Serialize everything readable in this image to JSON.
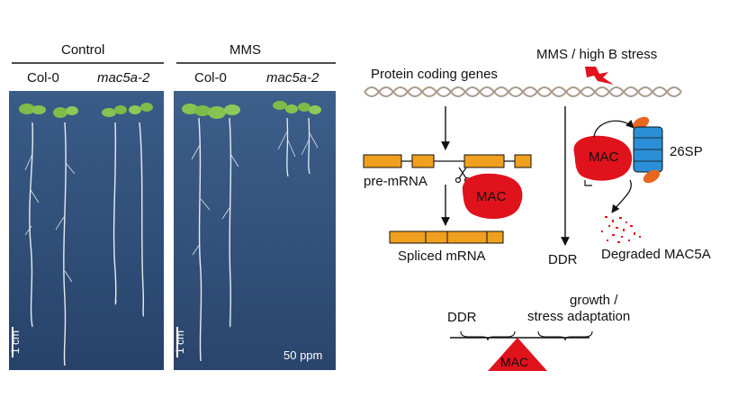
{
  "photo": {
    "control_header": "Control",
    "mms_header": "MMS",
    "control_genotypes": [
      "Col-0",
      "mac5a-2"
    ],
    "mms_genotypes": [
      "Col-0",
      "mac5a-2"
    ],
    "scale_label_left": "1 cm",
    "scale_label_right": "1 cm",
    "concentration": "50 ppm",
    "background_color": "#2f4f7a"
  },
  "diagram": {
    "stress_label": "MMS / high B stress",
    "protein_coding_label": "Protein coding genes",
    "pre_mrna_label": "pre-mRNA",
    "mac_label_splicing": "MAC",
    "spliced_label": "Spliced mRNA",
    "mac_label_degradation": "MAC",
    "proteasome_label": "26SP",
    "ddr_label": "DDR",
    "degraded_label": "Degraded MAC5A",
    "balance_left": "DDR",
    "balance_right_line1": "growth /",
    "balance_right_line2": "stress adaptation",
    "balance_mac": "MAC",
    "colors": {
      "mac_red": "#e0121c",
      "exon_orange": "#f0a01e",
      "proteasome_blue": "#2a8fd6",
      "dna_strand": "#a89a8a",
      "lightning": "#e0121c"
    }
  }
}
